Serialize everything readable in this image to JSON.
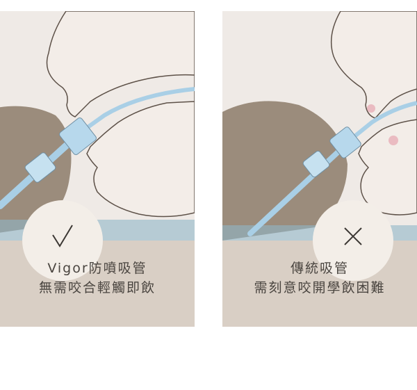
{
  "panels": [
    {
      "status_icon": "checkmark-icon",
      "title": "Vigor防噴吸管",
      "subtitle": "無需咬合輕觸即飲"
    },
    {
      "status_icon": "cross-icon",
      "title": "傳統吸管",
      "subtitle": "需刻意咬開學飲困難"
    }
  ],
  "colors": {
    "panel_bg": "#d9cfc5",
    "skin": "#f3ede8",
    "cup": "#9b8c7c",
    "straw": "#a9cfe6",
    "badge_bg": "#f3eee8"
  }
}
